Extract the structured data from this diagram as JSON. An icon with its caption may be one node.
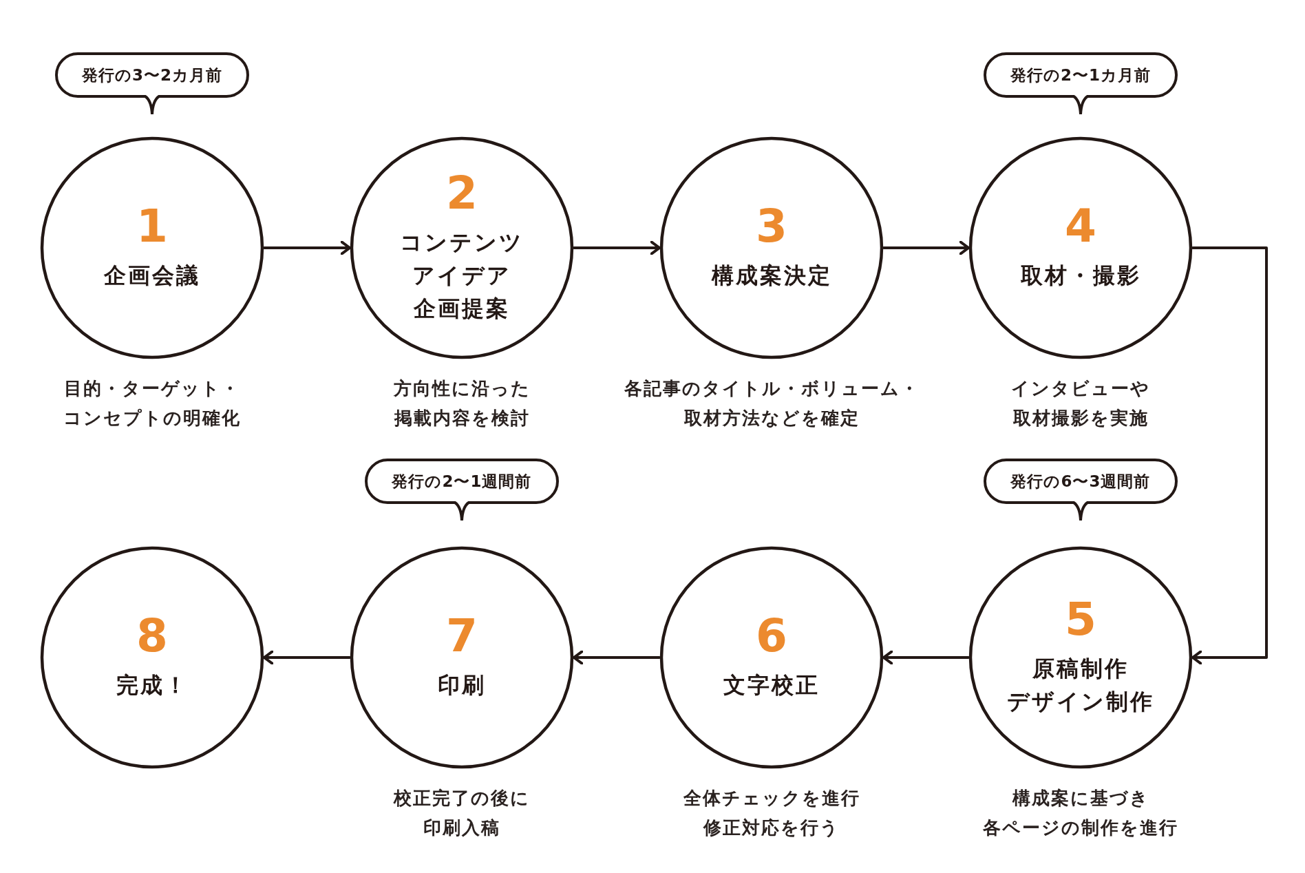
{
  "diagram": {
    "nodes": [
      {
        "text": [
          "発行の3〜2カ月前"
        ]
      },
      {
        "text": [
          "発行の2〜1カ月前"
        ]
      },
      {
        "text": [
          "1",
          "企画会議"
        ],
        "beside": [
          "目的・ターゲット・コンセプトの明確化"
        ]
      },
      {
        "text": [
          "2",
          "コンテンツアイデア企画提案"
        ],
        "beside": [
          "方向性に沿った掲載内容を検討"
        ]
      },
      {
        "text": [
          "3",
          "構成案決定"
        ],
        "beside": [
          "各記事のタイトル・ボリューム・取材方法などを確定"
        ]
      },
      {
        "text": [
          "4",
          "取材・撮影"
        ],
        "beside": [
          "インタビューや取材撮影を実施"
        ]
      },
      {
        "text": [
          "発行の2〜1週間前"
        ]
      },
      {
        "text": [
          "発行の6〜3週間前"
        ]
      },
      {
        "text": [
          "8",
          "完成！"
        ]
      },
      {
        "text": [
          "7",
          "印刷"
        ],
        "beside": [
          "校正完了の後に印刷入稿"
        ]
      },
      {
        "text": [
          "6",
          "文字校正"
        ],
        "beside": [
          "全体チェックを進行修正対応を行う"
        ]
      },
      {
        "text": [
          "5",
          "原稿制作デザイン制作"
        ],
        "beside": [
          "構成案に基づき各ページの制作を進行"
        ]
      }
    ],
    "edges": [
      {
        "from": 2,
        "to": 3,
        "arrow": "to"
      },
      {
        "from": 3,
        "to": 4,
        "arrow": "to"
      },
      {
        "from": 4,
        "to": 5,
        "arrow": "to"
      },
      {
        "from": 5,
        "to": 11,
        "arrow": "to"
      },
      {
        "from": 11,
        "to": 10,
        "arrow": "to"
      },
      {
        "from": 10,
        "to": 9,
        "arrow": "to"
      },
      {
        "from": 9,
        "to": 8,
        "arrow": "to"
      }
    ]
  }
}
